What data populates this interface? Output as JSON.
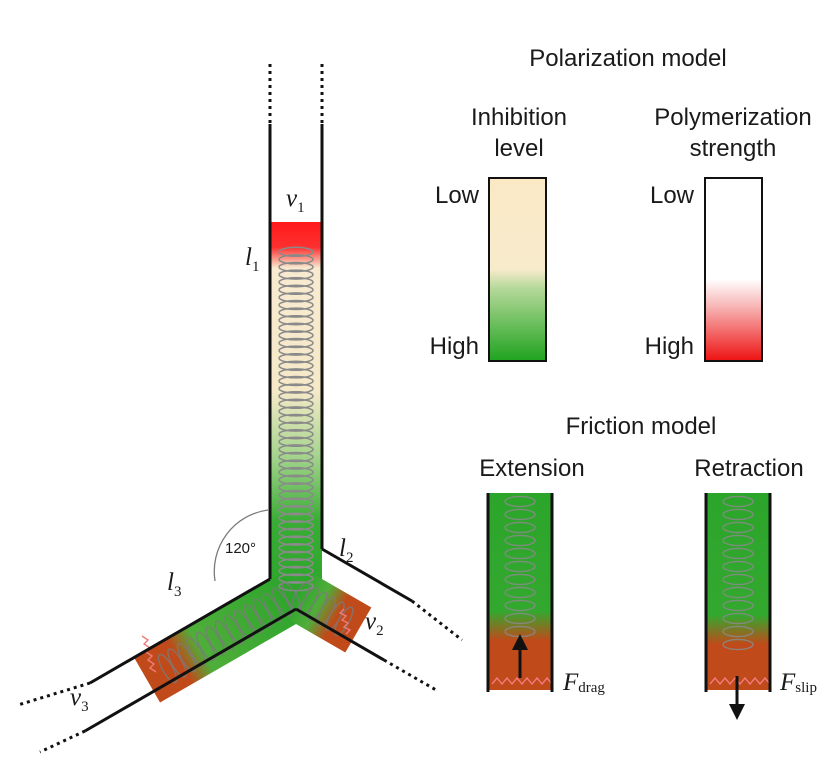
{
  "polarization": {
    "title": "Polarization model",
    "inhibition": {
      "label_line1": "Inhibition",
      "label_line2": "level",
      "low": "Low",
      "high": "High"
    },
    "polymerization": {
      "label_line1": "Polymerization",
      "label_line2": "strength",
      "low": "Low",
      "high": "High"
    }
  },
  "friction": {
    "title": "Friction model",
    "extension": {
      "label": "Extension",
      "force_symbol": "F",
      "force_sub": "drag"
    },
    "retraction": {
      "label": "Retraction",
      "force_symbol": "F",
      "force_sub": "slip"
    }
  },
  "branches": {
    "v1": {
      "sym": "v",
      "sub": "1"
    },
    "v2": {
      "sym": "v",
      "sub": "2"
    },
    "v3": {
      "sym": "v",
      "sub": "3"
    },
    "l1": {
      "sym": "l",
      "sub": "1"
    },
    "l2": {
      "sym": "l",
      "sub": "2"
    },
    "l3": {
      "sym": "l",
      "sub": "3"
    },
    "angle": "120°"
  },
  "colors": {
    "inhibition_low": "#fbe9c6",
    "inhibition_high": "#1fa31f",
    "polymerization_low": "#ffffff",
    "polymerization_high": "#ee1111",
    "friction_zone": "#c04a1a",
    "spring": "#8a8a8a"
  }
}
